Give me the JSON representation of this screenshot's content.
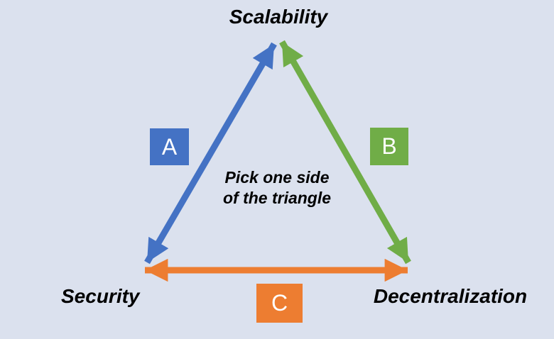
{
  "diagram": {
    "background_color": "#dbe1ee",
    "text_color": "#000000",
    "edge_label_text_color": "#ffffff",
    "center_note": {
      "line1": "Pick one side",
      "line2": "of the triangle"
    },
    "vertices": {
      "top": {
        "label": "Scalability"
      },
      "bottom_left": {
        "label": "Security"
      },
      "bottom_right": {
        "label": "Decentralization"
      }
    },
    "edges": [
      {
        "label": "A",
        "color": "#4472c4",
        "from": "Security",
        "to": "Scalability"
      },
      {
        "label": "B",
        "color": "#70ad47",
        "from": "Scalability",
        "to": "Decentralization"
      },
      {
        "label": "C",
        "color": "#ed7d31",
        "from": "Security",
        "to": "Decentralization"
      }
    ]
  }
}
